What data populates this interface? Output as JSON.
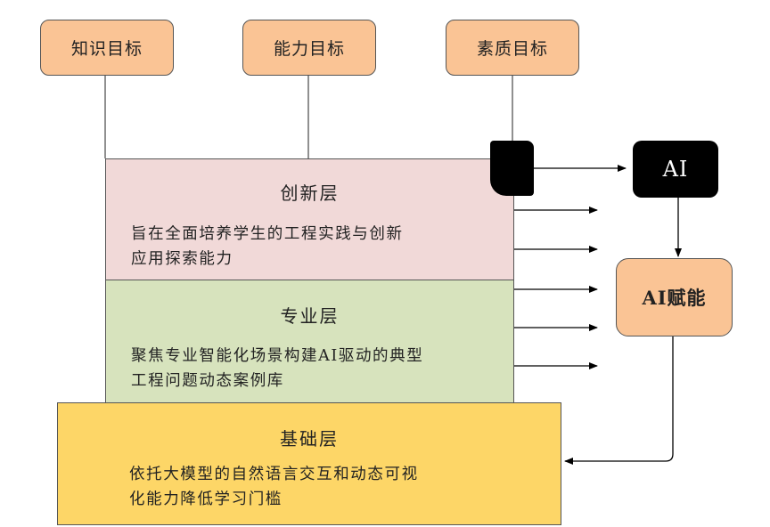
{
  "goals": {
    "knowledge": "知识目标",
    "ability": "能力目标",
    "quality": "素质目标"
  },
  "layers": {
    "innovation": {
      "title": "创新层",
      "desc_line1": "旨在全面培养学生的工程实践与创新",
      "desc_line2": "应用探索能力"
    },
    "professional": {
      "title": "专业层",
      "desc_line1": "聚焦专业智能化场景构建AI驱动的典型",
      "desc_line2": "工程问题动态案例库"
    },
    "foundation": {
      "title": "基础层",
      "desc_line1": "依托大模型的自然语言交互和动态可视",
      "desc_line2": "化能力降低学习门槛"
    }
  },
  "ai": {
    "label": "AI"
  },
  "empower": {
    "label": "AI赋能"
  },
  "colors": {
    "goal_fill": "#fac495",
    "innovation_fill": "#f1d9d8",
    "professional_fill": "#d7e3bd",
    "foundation_fill": "#fdd667",
    "ai_fill": "#000000"
  }
}
